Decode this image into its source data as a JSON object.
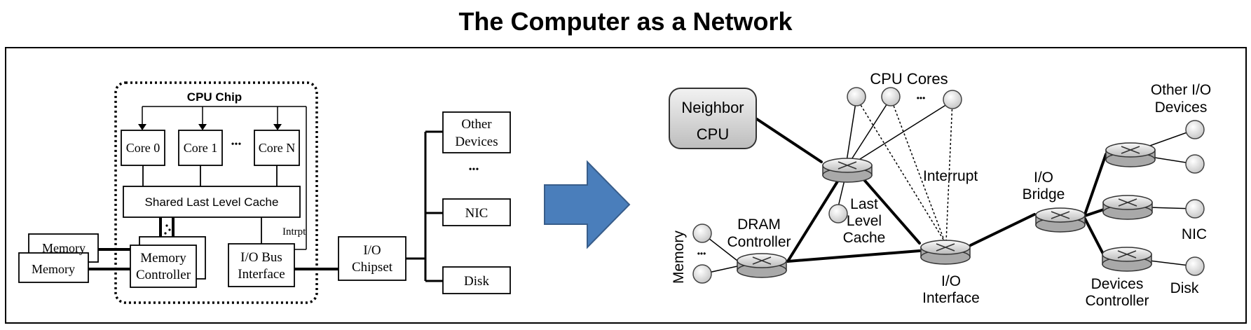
{
  "title": "The Computer as a Network",
  "left": {
    "cpu_chip": "CPU Chip",
    "core0": "Core 0",
    "core1": "Core 1",
    "core_ellipsis": "•••",
    "coreN": "Core N",
    "llc": "Shared Last Level Cache",
    "memory1": "Memory",
    "memory2": "Memory",
    "mem_ctrl_line1": "Memory",
    "mem_ctrl_line2": "Controller",
    "io_bus_line1": "I/O Bus",
    "io_bus_line2": "Interface",
    "intrpt": "Intrpt",
    "chipset_line1": "I/O",
    "chipset_line2": "Chipset",
    "other_line1": "Other",
    "other_line2": "Devices",
    "dev_ellipsis": "•••",
    "nic": "NIC",
    "disk": "Disk"
  },
  "right": {
    "neighbor_line1": "Neighbor",
    "neighbor_line2": "CPU",
    "cpu_cores": "CPU Cores",
    "cores_ellipsis": "•••",
    "interrupt": "Interrupt",
    "llc_line1": "Last",
    "llc_line2": "Level",
    "llc_line3": "Cache",
    "dram_line1": "DRAM",
    "dram_line2": "Controller",
    "memory": "Memory",
    "mem_ellipsis": "•••",
    "io_bridge_line1": "I/O",
    "io_bridge_line2": "Bridge",
    "io_iface_line1": "I/O",
    "io_iface_line2": "Interface",
    "other_line1": "Other I/O",
    "other_line2": "Devices",
    "nic": "NIC",
    "disk": "Disk",
    "devctrl_line1": "Devices",
    "devctrl_line2": "Controller"
  },
  "colors": {
    "arrow": "#4a7ebb",
    "arrow_border": "#385d8a"
  }
}
